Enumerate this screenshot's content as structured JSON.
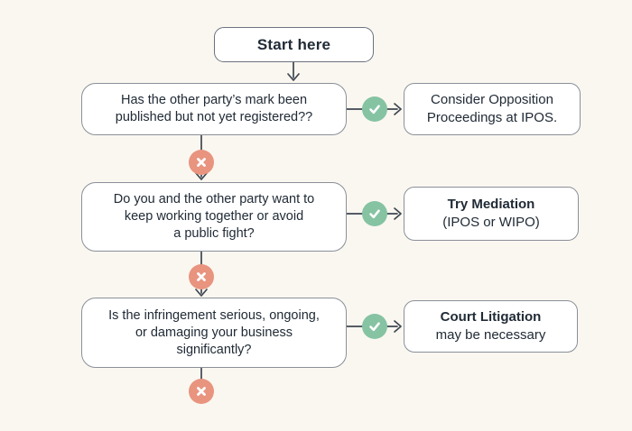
{
  "colors": {
    "background": "#FAF7F0",
    "node_fill": "#FFFFFF",
    "node_border": "#8A9099",
    "start_border": "#6B7280",
    "connector": "#3E4651",
    "yes_badge": "#85C3A3",
    "no_badge": "#E8947F",
    "text": "#212B36"
  },
  "start_node": {
    "label": "Start here"
  },
  "rows": [
    {
      "question_line1": "Has the other party’s mark been",
      "question_line2": "published but not yet registered??",
      "yes_icon": "check-icon",
      "no_icon": "x-icon",
      "outcome_line1": "Consider Opposition",
      "outcome_line2": "Proceedings at IPOS."
    },
    {
      "question_line1": "Do you and the other party want to",
      "question_line2": "keep working together or avoid",
      "question_line3": "a public fight?",
      "yes_icon": "check-icon",
      "no_icon": "x-icon",
      "outcome_line1": "Try Mediation",
      "outcome_line2": "(IPOS or WIPO)"
    },
    {
      "question_line1": "Is the infringement serious, ongoing,",
      "question_line2": "or damaging your business",
      "question_line3": "significantly?",
      "yes_icon": "check-icon",
      "no_icon": "x-icon",
      "outcome_line1": "Court Litigation",
      "outcome_line2": "may be necessary"
    }
  ]
}
